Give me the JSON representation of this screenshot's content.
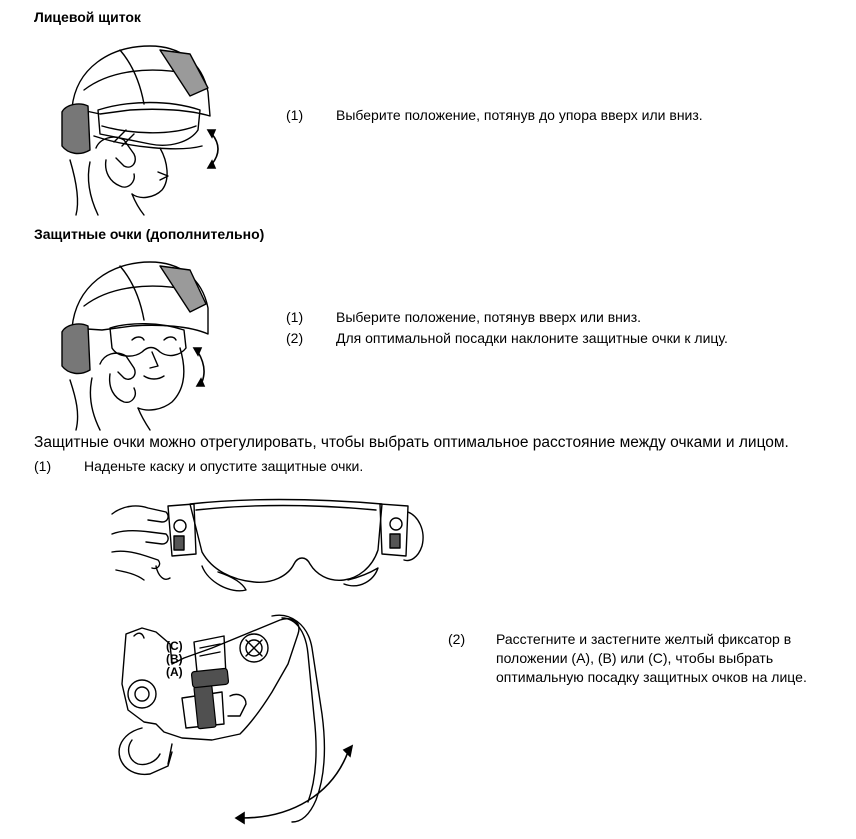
{
  "section1": {
    "heading": "Лицевой щиток",
    "step1": {
      "num": "(1)",
      "text": "Выберите положение, потянув до упора вверх или вниз."
    }
  },
  "section2": {
    "heading": "Защитные очки (дополнительно)",
    "step1": {
      "num": "(1)",
      "text": "Выберите положение, потянув вверх или вниз."
    },
    "step2": {
      "num": "(2)",
      "text": "Для оптимальной посадки наклоните защитные очки к лицу."
    }
  },
  "section3": {
    "intro": "Защитные очки можно отрегулировать, чтобы выбрать оптимальное расстояние между очками и лицом.",
    "step1": {
      "num": "(1)",
      "text": "Наденьте каску и опустите защитные очки."
    },
    "step2": {
      "num": "(2)",
      "line1": "Расстегните и застегните желтый фиксатор в",
      "line2": "положении (A), (B) или (C), чтобы выбрать",
      "line3": "оптимальную посадку защитных очков на лице."
    },
    "position_labels": {
      "c": "(C)",
      "b": "(B)",
      "a": "(A)"
    }
  },
  "icons": [
    "helmet-visor-illustration",
    "helmet-goggles-illustration",
    "goggles-frame-illustration",
    "goggles-latch-illustration",
    "adjust-arrow-icon"
  ]
}
